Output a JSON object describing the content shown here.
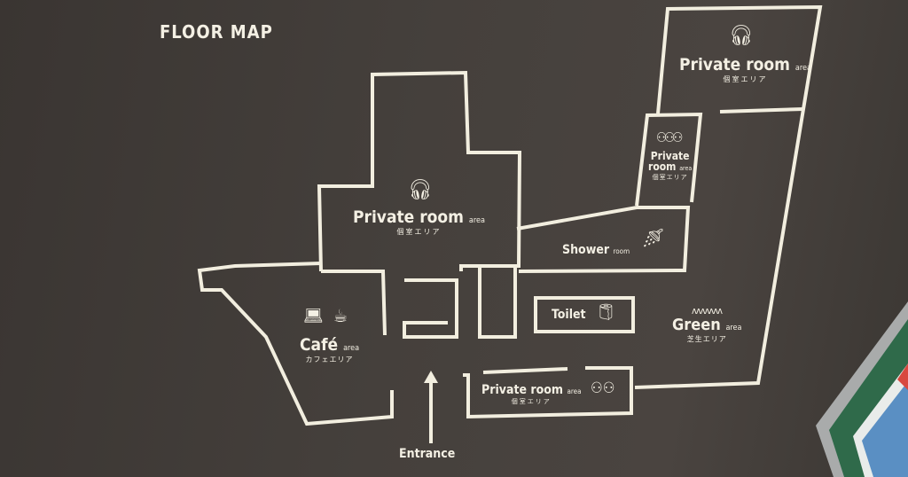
{
  "title": "FLOOR MAP",
  "areas": {
    "private_top_right": {
      "name": "Private room",
      "suffix": "area",
      "jp": "個室エリア",
      "icon": "headphones-icon"
    },
    "private_small": {
      "name": "Private",
      "name2": "room",
      "suffix": "area",
      "jp": "個室エリア",
      "icon": "group-icon"
    },
    "private_center": {
      "name": "Private room",
      "suffix": "area",
      "jp": "個室エリア",
      "icon": "headphones-icon"
    },
    "shower": {
      "name": "Shower",
      "suffix": "room",
      "icon": "shower-icon"
    },
    "toilet": {
      "name": "Toilet",
      "icon": "toilet-paper-icon"
    },
    "green": {
      "name": "Green",
      "suffix": "area",
      "jp": "芝生エリア",
      "icon": "grass-icon"
    },
    "cafe": {
      "name": "Café",
      "suffix": "area",
      "jp": "カフェエリア",
      "icons": [
        "laptop-icon",
        "coffee-cup-icon"
      ]
    },
    "private_bottom": {
      "name": "Private room",
      "suffix": "area",
      "jp": "個室エリア",
      "icon": "meeting-icon"
    }
  },
  "entrance": {
    "label": "Entrance",
    "icon": "arrow-up-icon"
  },
  "colors": {
    "line": "#f2eedf",
    "background": "#403a37",
    "board_green": "#2f6a4a"
  }
}
